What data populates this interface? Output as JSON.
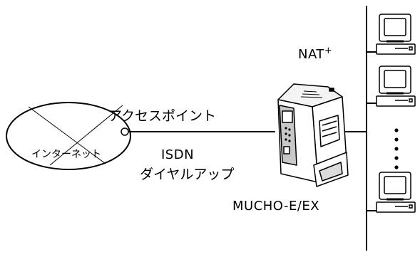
{
  "diagram": {
    "labels": {
      "access_point": "アクセスポイント",
      "internet": "インターネット",
      "isdn": "ISDN",
      "dialup": "ダイヤルアップ",
      "nat": "NAT",
      "nat_sup": "+",
      "device": "MUCHO-E/EX"
    },
    "pc_count_shown": 3,
    "continuation_dots": 5
  },
  "colors": {
    "line": "#000000",
    "background": "#ffffff",
    "device_body": "#ffffff",
    "device_shade": "#b8b8b8"
  }
}
